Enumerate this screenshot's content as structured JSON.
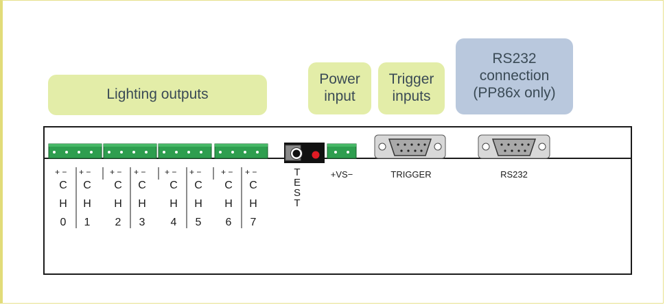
{
  "callouts": {
    "lighting_outputs": "Lighting outputs",
    "power_input": "Power\ninput",
    "trigger_inputs": "Trigger\ninputs",
    "rs232_connection": "RS232\nconnection\n(PP86x only)"
  },
  "channels": [
    {
      "polarity": "+ −",
      "letters": [
        "C",
        "H",
        "0"
      ]
    },
    {
      "polarity": "+ −",
      "letters": [
        "C",
        "H",
        "1"
      ]
    },
    {
      "polarity": "+ −",
      "letters": [
        "C",
        "H",
        "2"
      ]
    },
    {
      "polarity": "+ −",
      "letters": [
        "C",
        "H",
        "3"
      ]
    },
    {
      "polarity": "+ −",
      "letters": [
        "C",
        "H",
        "4"
      ]
    },
    {
      "polarity": "+ −",
      "letters": [
        "C",
        "H",
        "5"
      ]
    },
    {
      "polarity": "+ −",
      "letters": [
        "C",
        "H",
        "6"
      ]
    },
    {
      "polarity": "+ −",
      "letters": [
        "C",
        "H",
        "7"
      ]
    }
  ],
  "test_label": [
    "T",
    "E",
    "S",
    "T"
  ],
  "power_label": "+VS−",
  "trigger_label": "TRIGGER",
  "rs232_label": "RS232",
  "colors": {
    "callout_green": "#e3eda8",
    "callout_blue": "#b9c8dd",
    "terminal_green": "#2e9e4f",
    "test_led_red": "#e01b24",
    "frame_yellow": "#e2dc7a"
  }
}
